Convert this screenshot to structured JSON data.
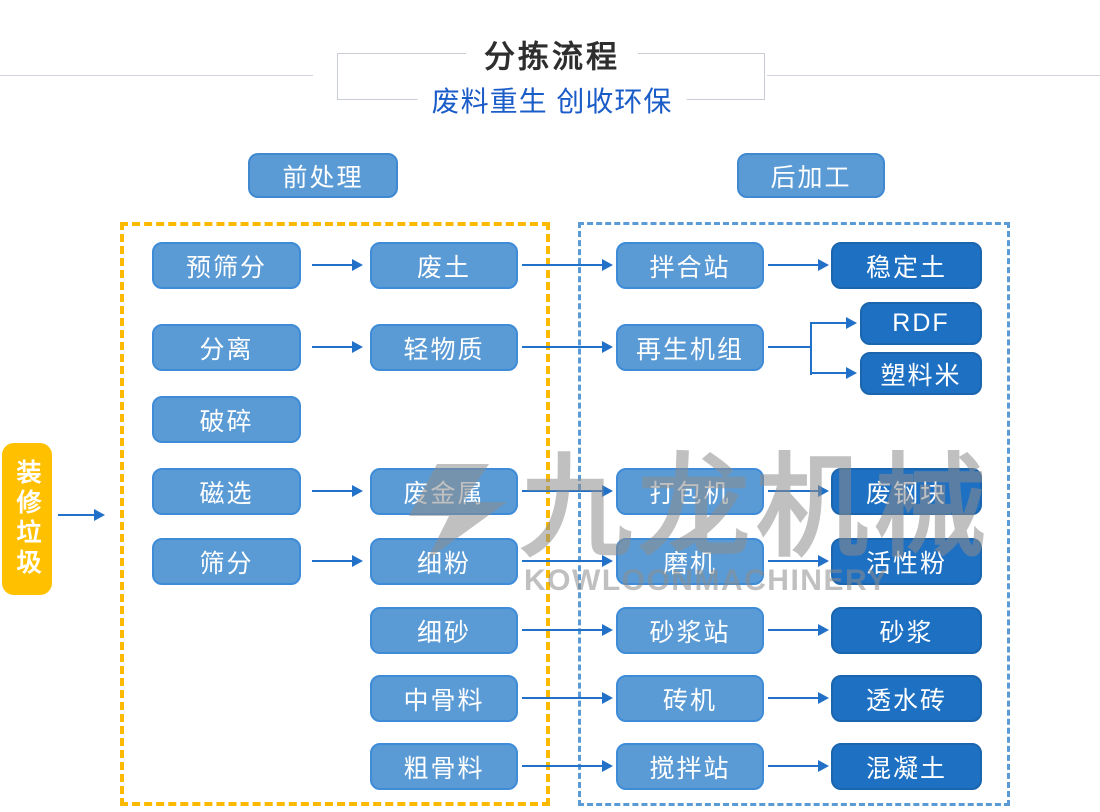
{
  "header": {
    "title": "分拣流程",
    "subtitle": "废料重生 创收环保"
  },
  "sections": {
    "pre_label": "前处理",
    "post_label": "后加工"
  },
  "source": {
    "label": "装修垃圾"
  },
  "watermark": {
    "cn": "九龙机械",
    "en": "KOWLOONMACHINERY"
  },
  "colors": {
    "node_mid": "#5B9BD5",
    "node_mid_border": "#3E8BD8",
    "node_dark": "#1E70C2",
    "node_dark_border": "#1B65AE",
    "arrow": "#2271C8",
    "dashed_left_border": "#FBBA00",
    "dashed_right_border": "#5B9BD5",
    "source_fill": "#FFC000",
    "title_text": "#2E2E2E",
    "subtitle_text": "#1A5CC8"
  },
  "nodes": {
    "col1": [
      "预筛分",
      "分离",
      "破碎",
      "磁选",
      "筛分"
    ],
    "col2": [
      "废土",
      "轻物质",
      "废金属",
      "细粉",
      "细砂",
      "中骨料",
      "粗骨料"
    ],
    "col3": [
      "拌合站",
      "再生机组",
      "打包机",
      "磨机",
      "砂浆站",
      "砖机",
      "搅拌站"
    ],
    "col4": [
      "稳定土",
      "RDF",
      "塑料米",
      "废钢块",
      "活性粉",
      "砂浆",
      "透水砖",
      "混凝土"
    ]
  }
}
